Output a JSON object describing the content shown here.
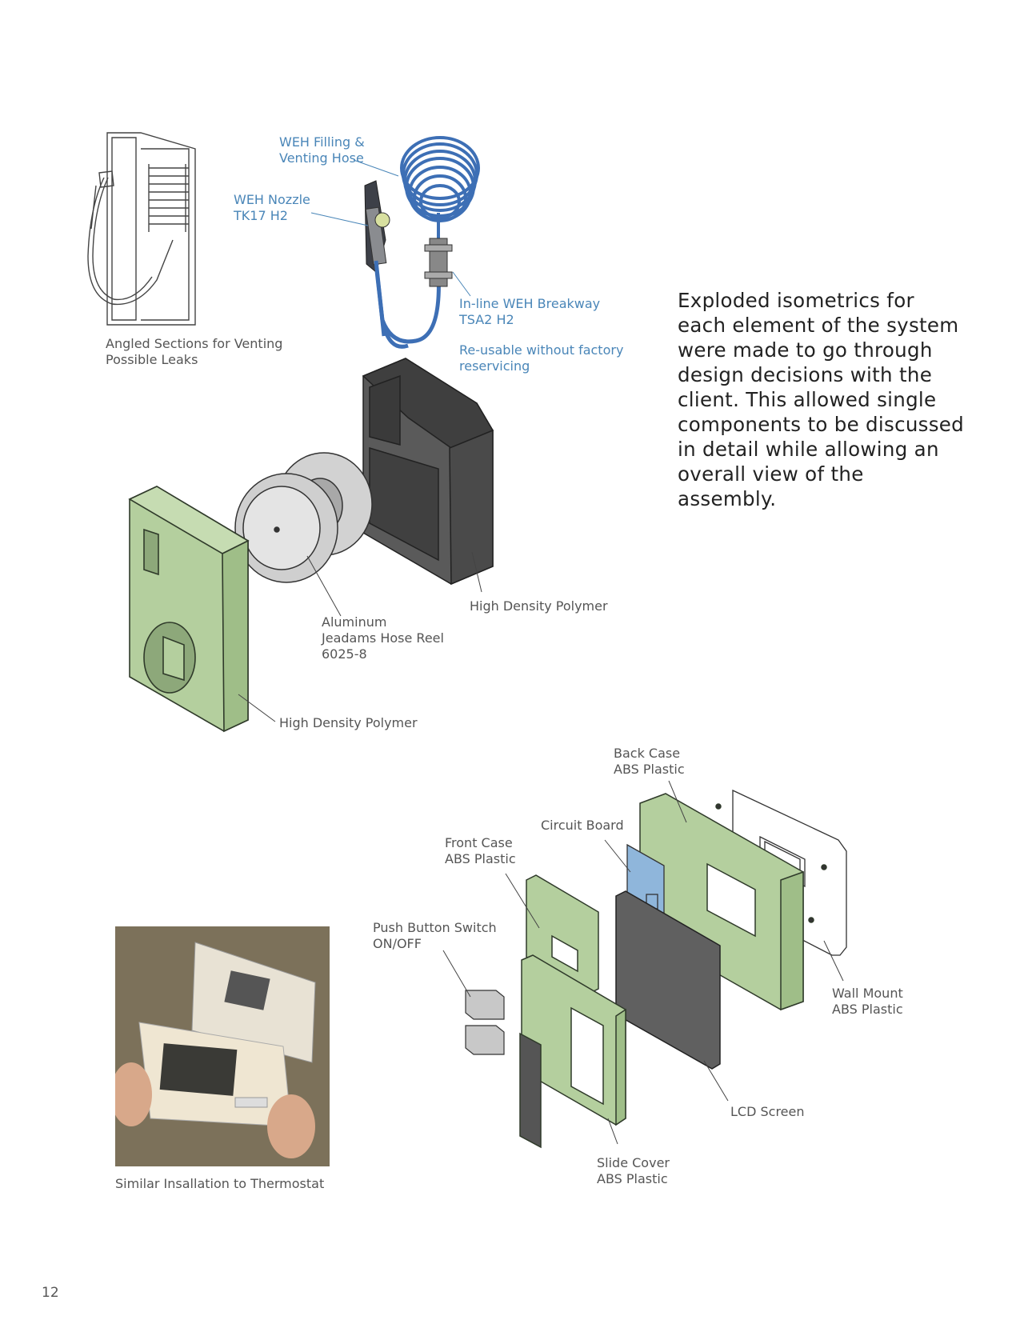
{
  "page_number": "12",
  "body_paragraph": "Exploded isometrics for each element of the system were made to go through design decisions with the client. This allowed single components to be discussed in detail while allowing an overall view of the assembly.",
  "labels": {
    "filling_hose": "WEH Filling &\nVenting Hose",
    "nozzle": "WEH Nozzle\nTK17 H2",
    "breakaway": "In-line WEH Breakway\nTSA2 H2",
    "reusable": "Re-usable without factory\nreservicing",
    "angled_sections": "Angled Sections for Venting\nPossible Leaks",
    "hdp_back": "High Density Polymer",
    "hose_reel": "Aluminum\nJeadams Hose Reel\n6025-8",
    "hdp_front": "High Density Polymer",
    "back_case": "Back Case\nABS Plastic",
    "circuit_board": "Circuit Board",
    "front_case": "Front Case\nABS Plastic",
    "push_button": "Push Button Switch\nON/OFF",
    "wall_mount": "Wall Mount\nABS Plastic",
    "lcd": "LCD Screen",
    "slide_cover": "Slide Cover\nABS Plastic",
    "photo_caption": "Similar Insallation to Thermostat"
  },
  "colors": {
    "part_green": "#b4cf9e",
    "part_dark": "#555555",
    "hose_blue": "#4a7fc0",
    "label_blue": "#4a86b8",
    "board_blue": "#8fb6db"
  }
}
